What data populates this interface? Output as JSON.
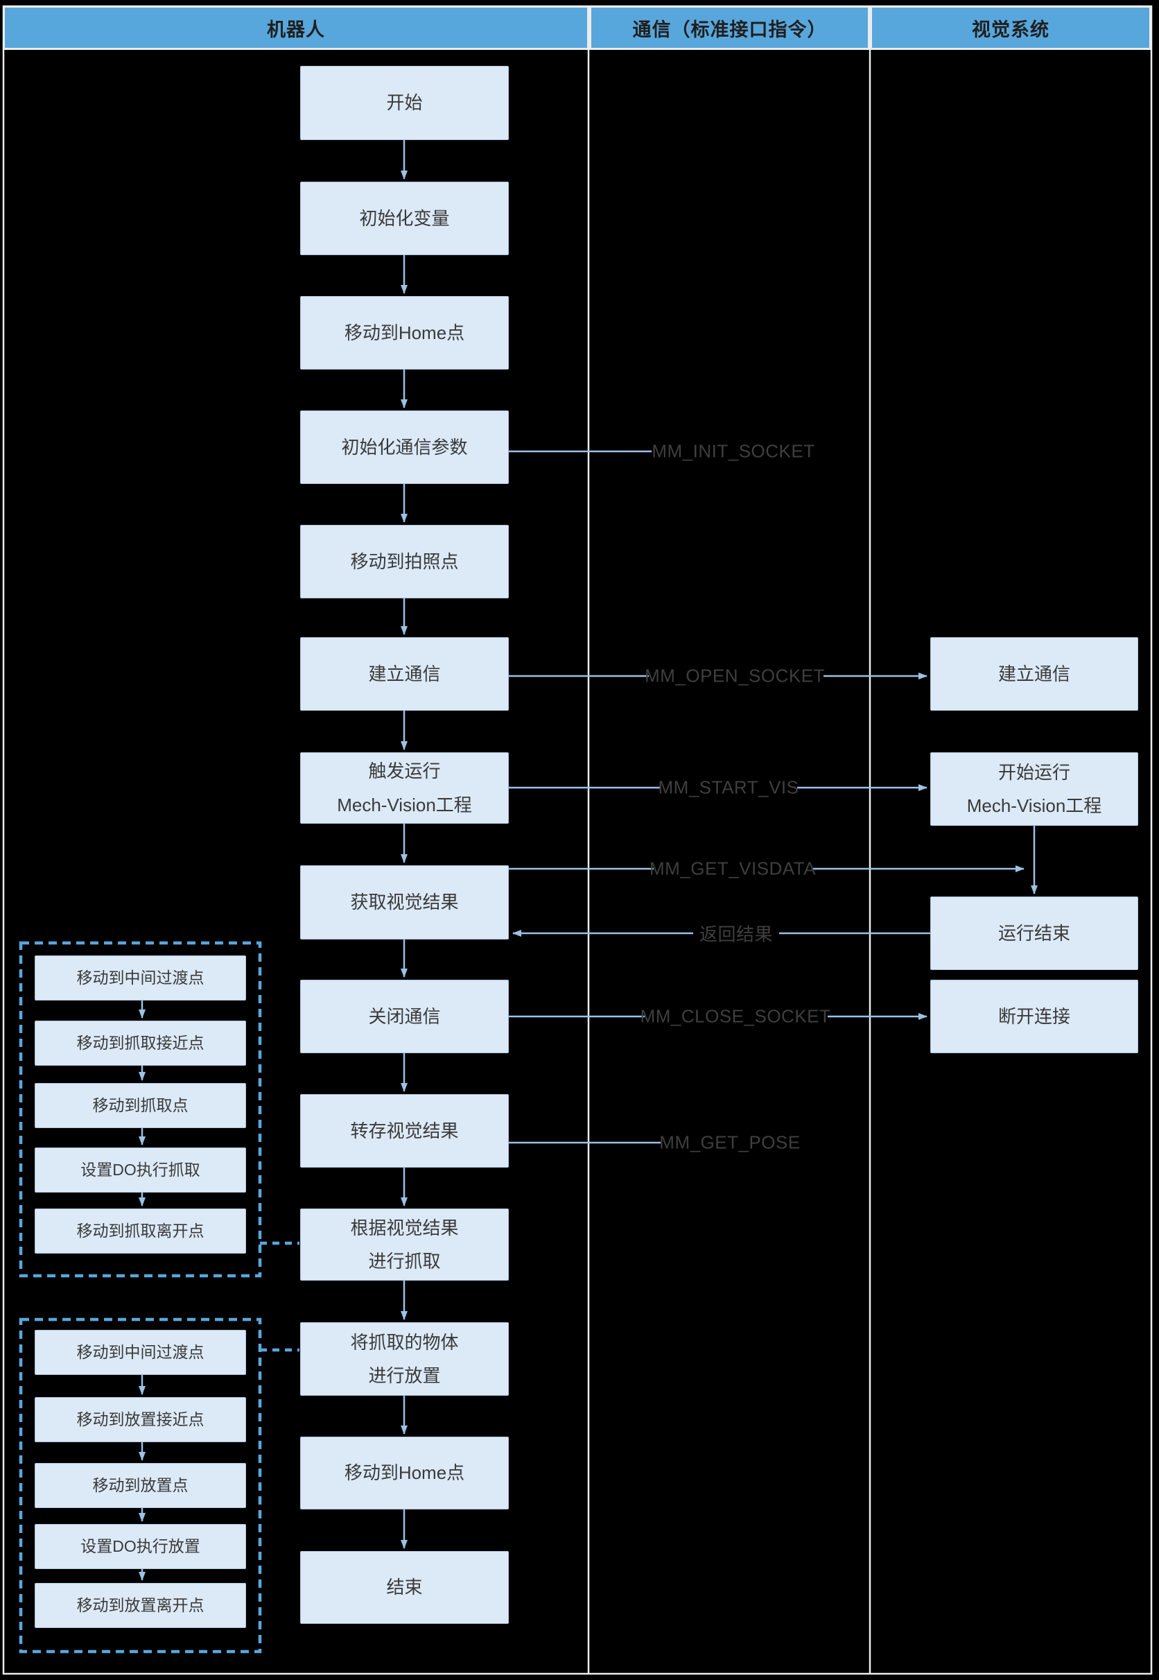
{
  "header": {
    "lanes": [
      {
        "title": "机器人"
      },
      {
        "title": "通信（标准接口指令）"
      },
      {
        "title": "视觉系统"
      }
    ]
  },
  "robot_steps": [
    {
      "label": "开始"
    },
    {
      "label": "初始化变量"
    },
    {
      "label": "移动到Home点"
    },
    {
      "label": "初始化通信参数"
    },
    {
      "label": "移动到拍照点"
    },
    {
      "label": "建立通信"
    },
    {
      "label": "触发运行\nMech-Vision工程"
    },
    {
      "label": "获取视觉结果"
    },
    {
      "label": "关闭通信"
    },
    {
      "label": "转存视觉结果"
    },
    {
      "label": "根据视觉结果\n进行抓取"
    },
    {
      "label": "将抓取的物体\n进行放置"
    },
    {
      "label": "移动到Home点"
    },
    {
      "label": "结束"
    }
  ],
  "vision_steps": [
    {
      "label": "建立通信"
    },
    {
      "label": "开始运行\nMech-Vision工程"
    },
    {
      "label": "运行结束"
    },
    {
      "label": "断开连接"
    }
  ],
  "messages": [
    {
      "label": "MM_INIT_SOCKET"
    },
    {
      "label": "MM_OPEN_SOCKET"
    },
    {
      "label": "MM_START_VIS"
    },
    {
      "label": "MM_GET_VISDATA"
    },
    {
      "label": "返回结果"
    },
    {
      "label": "MM_CLOSE_SOCKET"
    },
    {
      "label": "MM_GET_POSE"
    }
  ],
  "pick_group_steps": [
    {
      "label": "移动到中间过渡点"
    },
    {
      "label": "移动到抓取接近点"
    },
    {
      "label": "移动到抓取点"
    },
    {
      "label": "设置DO执行抓取"
    },
    {
      "label": "移动到抓取离开点"
    }
  ],
  "place_group_steps": [
    {
      "label": "移动到中间过渡点"
    },
    {
      "label": "移动到放置接近点"
    },
    {
      "label": "移动到放置点"
    },
    {
      "label": "设置DO执行放置"
    },
    {
      "label": "移动到放置离开点"
    }
  ],
  "colors": {
    "header_blue": "#58A7DC",
    "node_fill": "#DCE9F6",
    "node_border": "#AFC5DB",
    "arrow_blue": "#9CC2E5",
    "dashed_blue": "#58A7DC",
    "label_gray": "#3F3F3F",
    "background": "#000000",
    "lane_frame": "#ECECEC"
  }
}
